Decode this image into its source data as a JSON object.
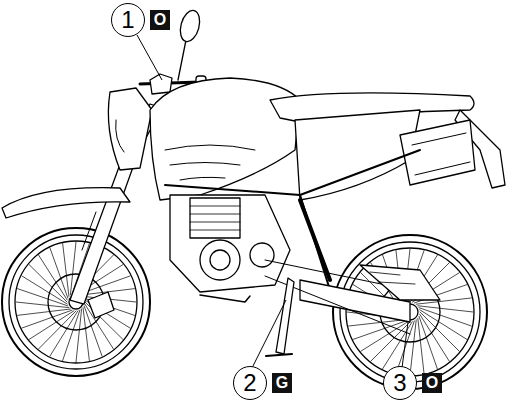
{
  "diagram": {
    "nodes": [
      {
        "text": [
          "1"
        ]
      },
      {
        "text": [
          "O"
        ]
      },
      {
        "text": [
          "2"
        ]
      },
      {
        "text": [
          "G"
        ]
      },
      {
        "text": [
          "3"
        ]
      },
      {
        "text": [
          "O"
        ]
      }
    ]
  }
}
